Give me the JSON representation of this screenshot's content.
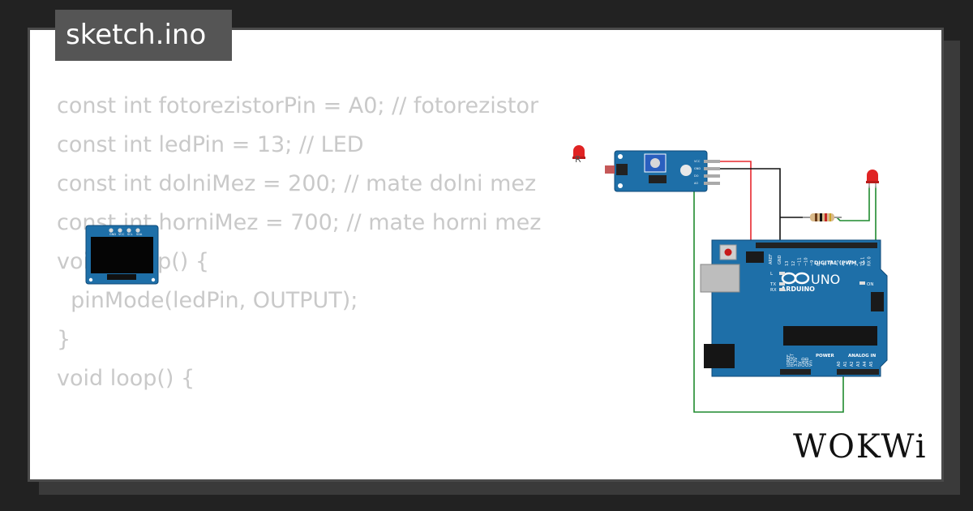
{
  "file_tab": {
    "label": "sketch.ino"
  },
  "code_lines": [
    "const int fotorezistorPin = A0; // fotorezistor",
    "const int ledPin = 13; // LED",
    "",
    "const int dolniMez = 200; // mate dolni mez",
    "const int horniMez = 700; // mate horni mez",
    "",
    "void setup() {",
    "  pinMode(ledPin, OUTPUT);",
    "}",
    "",
    "void loop() {"
  ],
  "logo": {
    "text": "WOKWi"
  },
  "board": {
    "name_text": "UNO",
    "brand_text": "ARDUINO",
    "digital_label": "DIGITAL (PWM ~)",
    "power_label": "POWER",
    "analog_label": "ANALOG IN",
    "on_label": "ON",
    "tx_label": "TX",
    "rx_label": "RX",
    "l_label": "L",
    "gnd_label": "GND",
    "aref_label": "AREF",
    "digital_pins": [
      "13",
      "12",
      "~11",
      "~10",
      "~9",
      "8",
      "7",
      "~6",
      "~5",
      "4",
      "~3",
      "2",
      "TX 1",
      "RX 0"
    ],
    "power_pins": [
      "IOREF",
      "RESET",
      "3.3V",
      "5V",
      "GND",
      "GND",
      "Vin"
    ],
    "analog_pins": [
      "A0",
      "A1",
      "A2",
      "A3",
      "A4",
      "A5"
    ]
  },
  "sensor": {
    "label": "R",
    "pin_labels": [
      "VCC",
      "GND",
      "DO",
      "AO"
    ]
  },
  "oled": {
    "pin_labels": [
      "GND",
      "VCC",
      "SCL",
      "SDA"
    ]
  },
  "colors": {
    "background": "#222222",
    "card": "#ffffff",
    "tab": "#555555",
    "code_text": "#c9c9c9",
    "board_blue": "#1e6fa8",
    "wire_red": "#e8282e",
    "wire_black": "#111111",
    "wire_green": "#1f8a2e",
    "led_red": "#e02323"
  }
}
